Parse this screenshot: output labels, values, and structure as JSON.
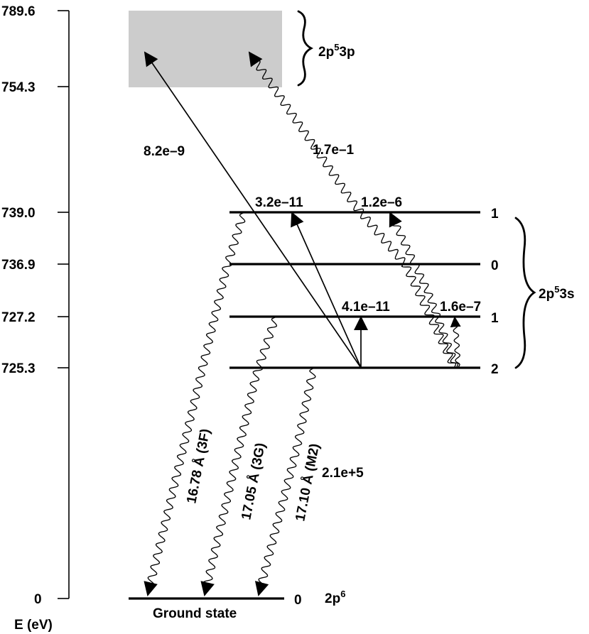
{
  "axis": {
    "label": "E (eV)",
    "ticks": [
      "789.6",
      "754.3",
      "739.0",
      "736.9",
      "727.2",
      "725.3",
      "0"
    ]
  },
  "levels": {
    "ground": {
      "j": "0",
      "config": "2p",
      "config_sup": "6",
      "name": "Ground state"
    },
    "l739": {
      "j": "1"
    },
    "l736": {
      "j": "0"
    },
    "l727": {
      "j": "1"
    },
    "l725": {
      "j": "2"
    }
  },
  "configs": {
    "upper": {
      "base": "2p",
      "sup": "5",
      "tail": "3p"
    },
    "middle": {
      "base": "2p",
      "sup": "5",
      "tail": "3s"
    }
  },
  "rates": {
    "to_3p_straight": "8.2e–9",
    "to_3p_wavy": "1.7e–1",
    "to_739_straight": "3.2e–11",
    "to_739_wavy": "1.2e–6",
    "to_727_straight": "4.1e–11",
    "to_727_wavy": "1.6e–7",
    "m2_decay": "2.1e+5"
  },
  "emission_lines": {
    "l3F": "16.78 Å (3F)",
    "l3G": "17.05 Å (3G)",
    "lM2": "17.10 Å (M2)"
  },
  "colors": {
    "ink": "#000000",
    "band": "#cccccc",
    "background": "#ffffff"
  }
}
